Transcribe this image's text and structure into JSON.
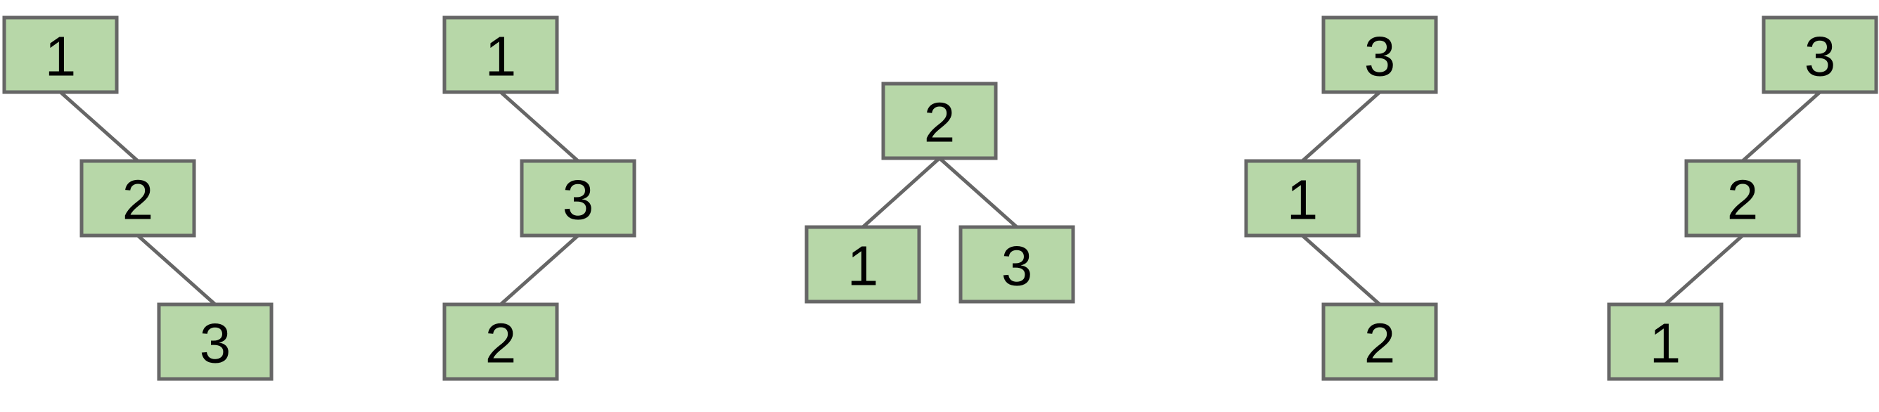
{
  "colors": {
    "node_fill": "#b7d7a8",
    "node_stroke": "#666666",
    "edge": "#666666",
    "text": "#000000"
  },
  "trees": [
    {
      "id": "tree-1",
      "nodes": [
        {
          "id": "a",
          "label": "1"
        },
        {
          "id": "b",
          "label": "2"
        },
        {
          "id": "c",
          "label": "3"
        }
      ],
      "edges": [
        [
          "a",
          "b"
        ],
        [
          "b",
          "c"
        ]
      ]
    },
    {
      "id": "tree-2",
      "nodes": [
        {
          "id": "a",
          "label": "1"
        },
        {
          "id": "b",
          "label": "3"
        },
        {
          "id": "c",
          "label": "2"
        }
      ],
      "edges": [
        [
          "a",
          "b"
        ],
        [
          "b",
          "c"
        ]
      ]
    },
    {
      "id": "tree-3",
      "nodes": [
        {
          "id": "a",
          "label": "2"
        },
        {
          "id": "b",
          "label": "1"
        },
        {
          "id": "c",
          "label": "3"
        }
      ],
      "edges": [
        [
          "a",
          "b"
        ],
        [
          "a",
          "c"
        ]
      ]
    },
    {
      "id": "tree-4",
      "nodes": [
        {
          "id": "a",
          "label": "3"
        },
        {
          "id": "b",
          "label": "1"
        },
        {
          "id": "c",
          "label": "2"
        }
      ],
      "edges": [
        [
          "a",
          "b"
        ],
        [
          "b",
          "c"
        ]
      ]
    },
    {
      "id": "tree-5",
      "nodes": [
        {
          "id": "a",
          "label": "3"
        },
        {
          "id": "b",
          "label": "2"
        },
        {
          "id": "c",
          "label": "1"
        }
      ],
      "edges": [
        [
          "a",
          "b"
        ],
        [
          "b",
          "c"
        ]
      ]
    }
  ]
}
